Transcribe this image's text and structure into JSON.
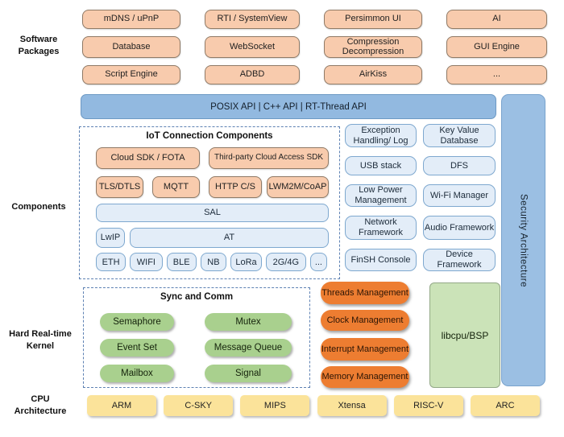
{
  "side_labels": {
    "software": "Software Packages",
    "components": "Components",
    "kernel": "Hard Real-time Kernel",
    "cpu": "CPU Architecture"
  },
  "software_packages": {
    "items": [
      "mDNS / uPnP",
      "RTI / SystemView",
      "Persimmon UI",
      "AI",
      "Database",
      "WebSocket",
      "Compression Decompression",
      "GUI Engine",
      "Script Engine",
      "ADBD",
      "AirKiss",
      "..."
    ]
  },
  "api_bar": {
    "label": "POSIX API  |  C++ API  |  RT-Thread API"
  },
  "security": {
    "label": "Security Architecture"
  },
  "iot": {
    "title": "IoT Connection Components",
    "sdk_row": [
      "Cloud SDK / FOTA",
      "Third-party Cloud Access SDK"
    ],
    "protocol_row": [
      "TLS/DTLS",
      "MQTT",
      "HTTP C/S",
      "LWM2M/CoAP"
    ],
    "sal": "SAL",
    "lwip": "LwIP",
    "at": "AT",
    "link_row": [
      "ETH",
      "WIFI",
      "BLE",
      "NB",
      "LoRa",
      "2G/4G",
      "..."
    ]
  },
  "component_boxes": {
    "items": [
      "Exception Handling/ Log",
      "Key Value Database",
      "USB stack",
      "DFS",
      "Low Power Management",
      "Wi-Fi Manager",
      "Network Framework",
      "Audio Framework",
      "FinSH Console",
      "Device Framework"
    ]
  },
  "kernel": {
    "sync_title": "Sync and Comm",
    "sync_items": [
      "Semaphore",
      "Mutex",
      "Event Set",
      "Message Queue",
      "Mailbox",
      "Signal"
    ],
    "management_items": [
      "Threads Management",
      "Clock Management",
      "Interrupt Management",
      "Memory Management"
    ],
    "libcpu": "libcpu/BSP"
  },
  "cpu_row": {
    "items": [
      "ARM",
      "C-SKY",
      "MIPS",
      "Xtensa",
      "RISC-V",
      "ARC"
    ]
  },
  "colors": {
    "peach": "#f8cbad",
    "api_blue": "#92b9e0",
    "light_blue": "#e3edf8",
    "green": "#a9d08e",
    "orange": "#ed7d31",
    "light_green": "#cbe3b8",
    "yellow": "#fbe39a",
    "dashed_border": "#5d81b3"
  }
}
